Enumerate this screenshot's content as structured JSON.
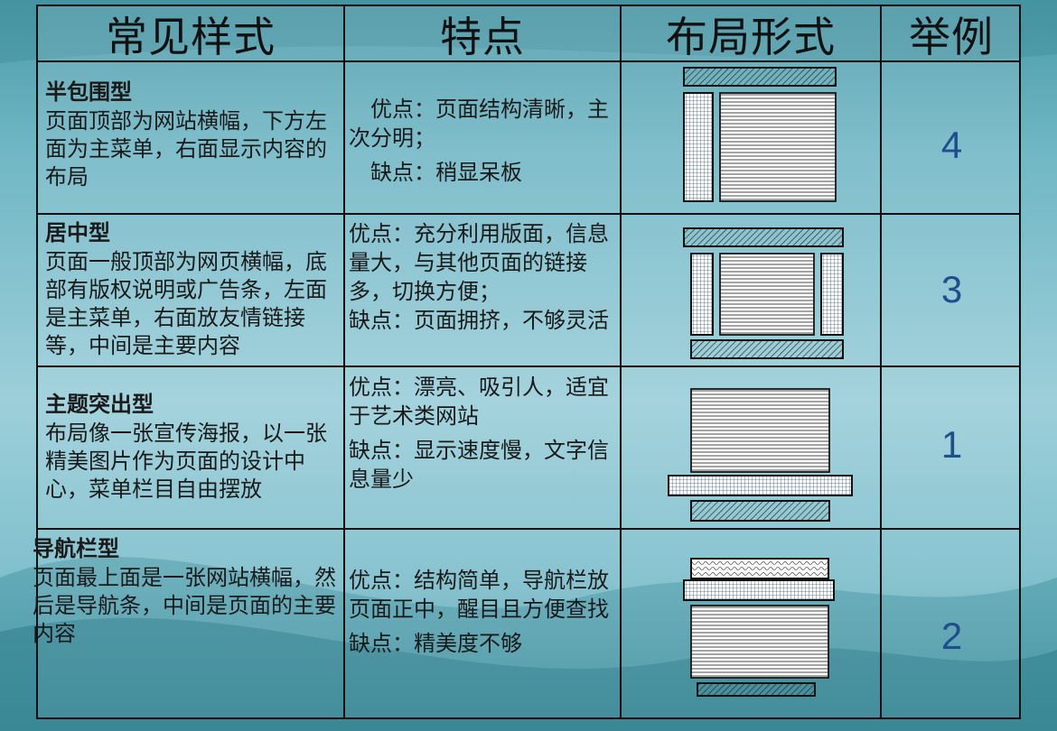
{
  "header": {
    "col1": "常见样式",
    "col2": "特点",
    "col3": "布局形式",
    "col4": "举例"
  },
  "rows": [
    {
      "name": "半包围型",
      "desc": "页面顶部为网站横幅，下方左面为主菜单，右面显示内容的布局",
      "features": [
        "　优点：页面结构清晰，主次分明；",
        "　缺点：稍显呆板"
      ],
      "example": "4",
      "layout_icon": "half-surround-layout-icon"
    },
    {
      "name": "居中型",
      "desc": "页面一般顶部为网页横幅，底部有版权说明或广告条，左面是主菜单，右面放友情链接等，中间是主要内容",
      "features": [
        "优点：充分利用版面，信息量大，与其他页面的链接多，切换方便；",
        "缺点：页面拥挤，不够灵活"
      ],
      "example": "3",
      "layout_icon": "centered-layout-icon"
    },
    {
      "name": "主题突出型",
      "desc": "布局像一张宣传海报，以一张精美图片作为页面的设计中心，菜单栏目自由摆放",
      "features": [
        "优点：漂亮、吸引人，适宜于艺术类网站",
        "缺点：显示速度慢，文字信息量少"
      ],
      "example": "1",
      "layout_icon": "theme-highlight-layout-icon"
    },
    {
      "name": "导航栏型",
      "desc": "页面最上面是一张网站横幅，然后是导航条，中间是页面的主要内容",
      "features": [
        "优点：结构简单，导航栏放页面正中，醒目且方便查找",
        "缺点：精美度不够"
      ],
      "example": "2",
      "layout_icon": "navbar-layout-icon"
    }
  ]
}
